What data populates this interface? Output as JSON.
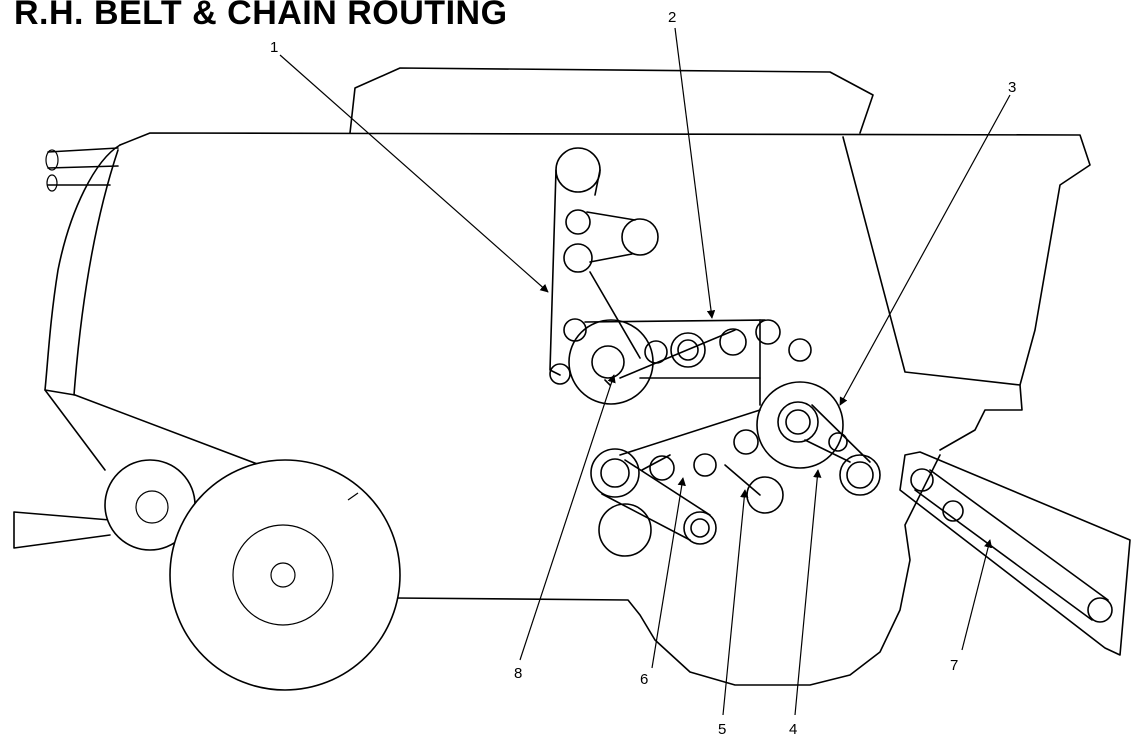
{
  "title": "R.H. BELT & CHAIN ROUTING",
  "callouts": [
    "1",
    "2",
    "3",
    "4",
    "5",
    "6",
    "7",
    "8"
  ],
  "colors": {
    "ink": "#000000",
    "background": "#ffffff"
  }
}
